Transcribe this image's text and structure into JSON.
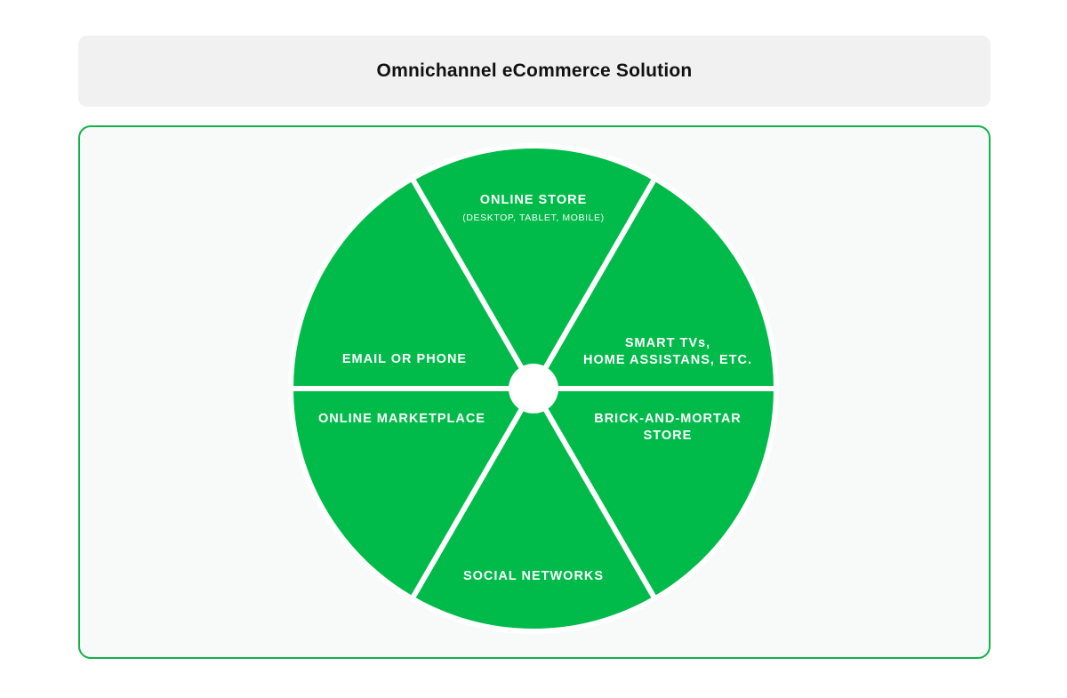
{
  "title": "Omnichannel eCommerce Solution",
  "colors": {
    "segment": "#00bb4a",
    "panel_border": "#12b24a",
    "panel_bg": "#f8f9f9",
    "title_bg": "#f1f1f1",
    "label_text": "#ffffff"
  },
  "segments": {
    "online_store": {
      "label": "ONLINE STORE",
      "sublabel": "(DESKTOP, TABLET, MOBILE)"
    },
    "smart_tvs": {
      "line1": "SMART TVs,",
      "line2": "HOME ASSISTANS, ETC."
    },
    "brick_and_mortar": {
      "line1": "BRICK-AND-MORTAR",
      "line2": "STORE"
    },
    "social_networks": {
      "label": "SOCIAL NETWORKS"
    },
    "online_marketplace": {
      "label": "ONLINE MARKETPLACE"
    },
    "email_or_phone": {
      "label": "EMAIL OR PHONE"
    }
  }
}
